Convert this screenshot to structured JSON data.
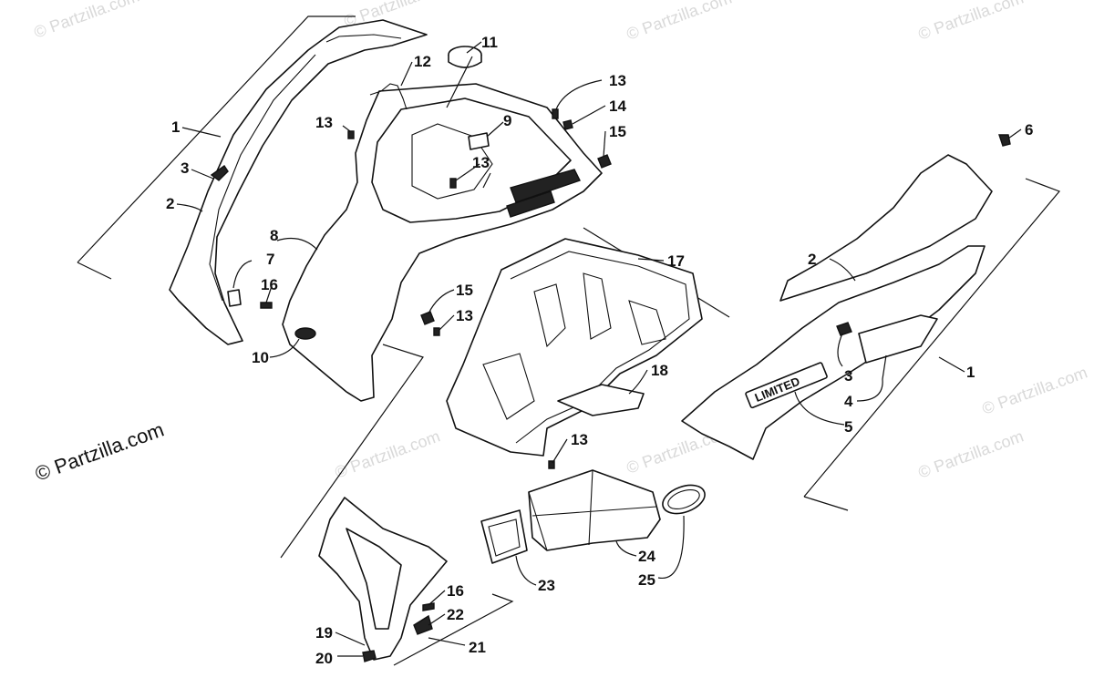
{
  "copyright": "© Partzilla.com",
  "watermark": "© Partzilla.com",
  "logo_text": "LIMITED",
  "callouts": [
    "1",
    "2",
    "3",
    "4",
    "5",
    "6",
    "7",
    "8",
    "9",
    "10",
    "11",
    "12",
    "13",
    "14",
    "15",
    "16",
    "17",
    "18",
    "19",
    "20",
    "21",
    "22",
    "23",
    "24",
    "25"
  ]
}
